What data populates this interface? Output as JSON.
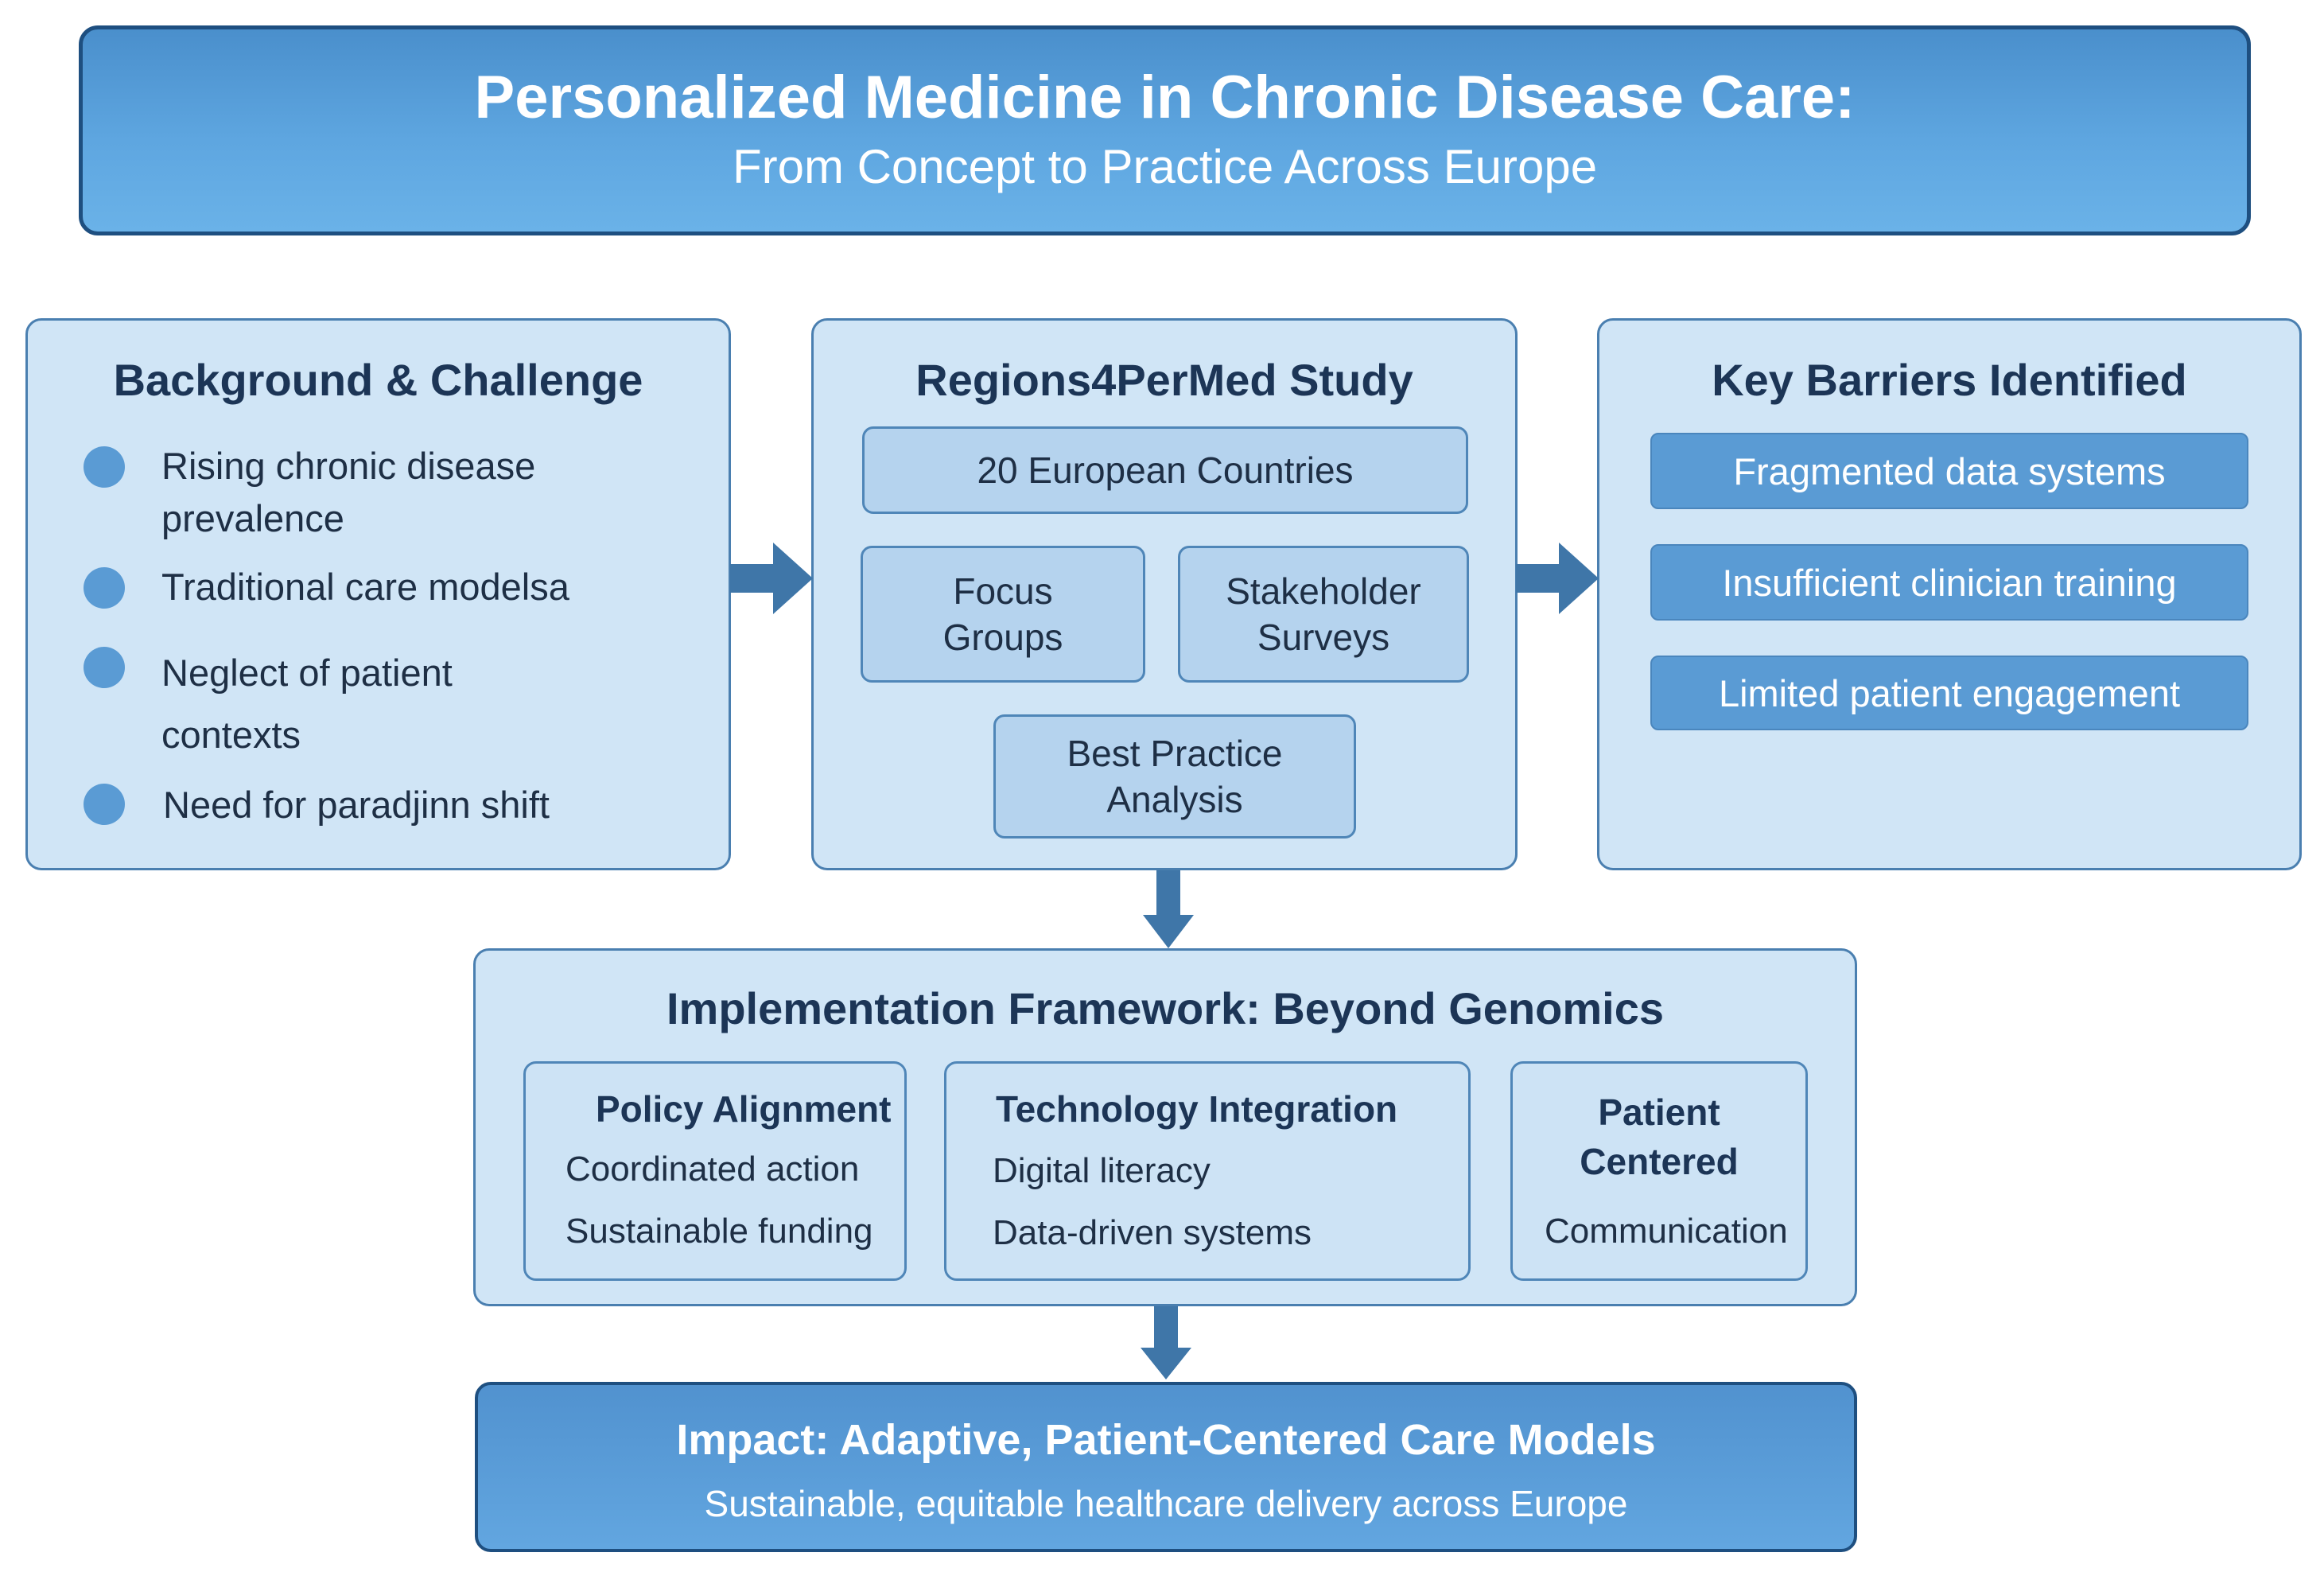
{
  "title": {
    "main": "Personalized Medicine in Chronic Disease Care:",
    "subtitle": "From Concept to Practice Across Europe"
  },
  "background": {
    "heading": "Background & Challenge",
    "items": [
      {
        "line1": "Rising chronic disease",
        "line2": "prevalence"
      },
      {
        "line1": "Traditional care modelsa",
        "line2": ""
      },
      {
        "line1": "Neglect of patient",
        "line2": "contexts"
      },
      {
        "line1": "Need for paradjinn shift",
        "line2": ""
      }
    ]
  },
  "study": {
    "heading": "Regions4PerMed Study",
    "countries": "20 European Countries",
    "focus": {
      "line1": "Focus",
      "line2": "Groups"
    },
    "surveys": {
      "line1": "Stakeholder",
      "line2": "Surveys"
    },
    "analysis": {
      "line1": "Best Practice",
      "line2": "Analysis"
    }
  },
  "barriers": {
    "heading": "Key Barriers Identified",
    "items": [
      "Fragmented data systems",
      "Insufficient clinician training",
      "Limited patient engagement"
    ]
  },
  "framework": {
    "heading": "Implementation Framework: Beyond Genomics",
    "policy": {
      "heading": "Policy Alignment",
      "items": [
        "Coordinated action",
        "Sustainable funding"
      ]
    },
    "technology": {
      "heading": "Technology Integration",
      "items": [
        "Digital literacy",
        "Data-driven systems"
      ]
    },
    "patient": {
      "heading_line1": "Patient",
      "heading_line2": "Centered",
      "items": [
        "Communication"
      ]
    }
  },
  "impact": {
    "heading": "Impact: Adaptive, Patient-Centered Care Models",
    "subtitle": "Sustainable, equitable healthcare delivery across Europe"
  },
  "colors": {
    "arrow": "#3f76a8",
    "panel_fill": "#d0e5f6",
    "banner_fill": "#5ea6e0",
    "bullet": "#5a9bd4"
  }
}
